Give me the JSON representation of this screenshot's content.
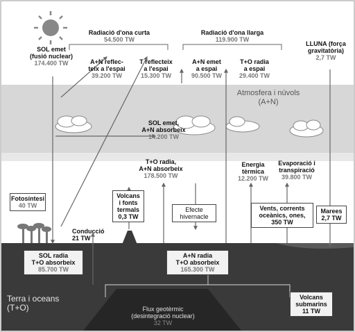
{
  "sun": {
    "title": "SOL emet\n(fusió nuclear)",
    "value": "174.400 TW"
  },
  "moon": {
    "title": "LLUNA (força\ngravitatòria)",
    "value": "2,7 TW"
  },
  "short_wave": {
    "title": "Radiació d'ona curta",
    "value": "54.500 TW"
  },
  "long_wave": {
    "title": "Radiació d'ona llarga",
    "value": "119.900 TW"
  },
  "an_reflect": {
    "title": "A+N reflec-\nteix a l'espai",
    "value": "39.200 TW"
  },
  "to_reflect": {
    "title": "T reflecteix\na l'espai",
    "value": "15.300 TW"
  },
  "an_emit_space": {
    "title": "A+N emet\na espai",
    "value": "90.500 TW"
  },
  "to_radiate_space": {
    "title": "T+O radia\na espai",
    "value": "29.400 TW"
  },
  "atmosphere": {
    "title": "Atmosfera i núvols\n(A+N)"
  },
  "sun_an_absorb": {
    "title": "SOL emet,\nA+N absorbeix",
    "value": "14.200 TW"
  },
  "to_radiate_an": {
    "title": "T+O radia,\nA+N absorbeix",
    "value": "178.500 TW"
  },
  "thermal": {
    "title": "Energia\ntèrmica",
    "value": "12.200 TW"
  },
  "evaporation": {
    "title": "Evaporació i\ntranspiració",
    "value": "39.800 TW"
  },
  "photosynthesis": {
    "title": "Fotosíntesi",
    "value": "40 TW"
  },
  "volcanoes": {
    "title": "Volcans\ni fonts\ntermals",
    "value": "0,3 TW"
  },
  "greenhouse": {
    "title": "Efecte\nhivernacle"
  },
  "winds": {
    "title": "Vents, corrents\noceànics, ones,",
    "value": "350 TW"
  },
  "tides": {
    "title": "Marees",
    "value": "2,7 TW"
  },
  "conduction": {
    "title": "Conducció",
    "value": "21 TW"
  },
  "sun_to_absorb": {
    "title": "SOL radia\nT+O absorbeix",
    "value": "85.700 TW"
  },
  "an_radiate_to": {
    "title": "A+N radia\nT+O absorbeix",
    "value": "165.300 TW"
  },
  "earth": {
    "title": "Terra i oceans\n(T+O)"
  },
  "geothermal": {
    "title": "Flux geotèrmic\n(desintegració nuclear)",
    "value": "32 TW"
  },
  "submarine": {
    "title": "Volcans\nsubmarins",
    "value": "11 TW"
  },
  "colors": {
    "sky_band": "#d7d7d7",
    "earth": "#3a3a3a",
    "deep": "#262626",
    "arrow": "#666666"
  }
}
